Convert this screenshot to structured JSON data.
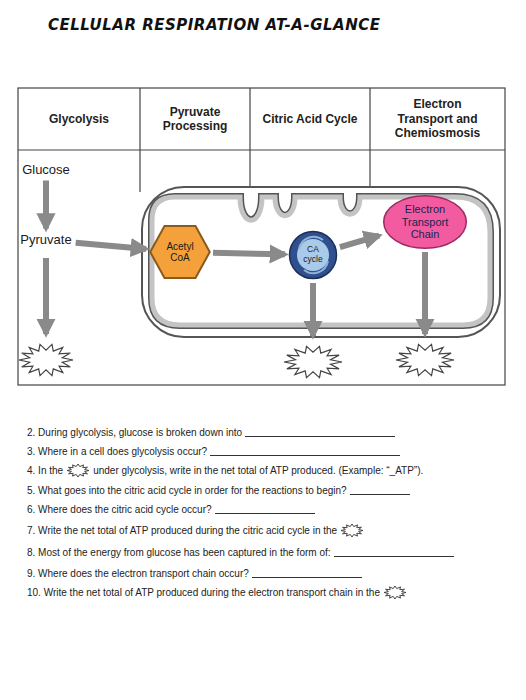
{
  "diagram": {
    "title": "CELLULAR RESPIRATION AT-A-GLANCE",
    "nodes": [
      {
        "text": [
          "Glucose"
        ]
      },
      {
        "text": [
          "Pyruvate"
        ]
      },
      {
        "text": [
          "Acetyl CoA"
        ]
      },
      {
        "text": [
          "CA cycle"
        ]
      },
      {
        "text": [
          "Electron Transport Chain"
        ]
      }
    ],
    "edges": [
      {
        "from": 0,
        "to": 1,
        "arrow": "to"
      },
      {
        "from": 1,
        "to": 2,
        "arrow": "to"
      },
      {
        "from": 2,
        "to": 3,
        "arrow": "to"
      },
      {
        "from": 3,
        "to": 4,
        "arrow": "to"
      }
    ],
    "labels": [
      "Glycolysis",
      "Pyruvate Processing",
      "Citric Acid Cycle",
      "Electron Transport and Chemiosmosis",
      "2. During glycolysis, glucose is broken down into",
      "3. Where in a cell does glycolysis occur?",
      "4. In the",
      "under glycolysis, write in the net total of ATP produced. (Example: “_ATP”).",
      "5. What goes into the citric acid cycle in order for the reactions to begin?",
      "6. Where does the citric acid cycle occur?",
      "7. Write the net total of ATP produced during the citric acid cycle in the",
      "8. Most of the energy from glucose has been captured in the form of:",
      "9. Where does the electron transport chain occur?",
      "10. Write the net total of ATP produced during the electron transport chain in the"
    ]
  }
}
